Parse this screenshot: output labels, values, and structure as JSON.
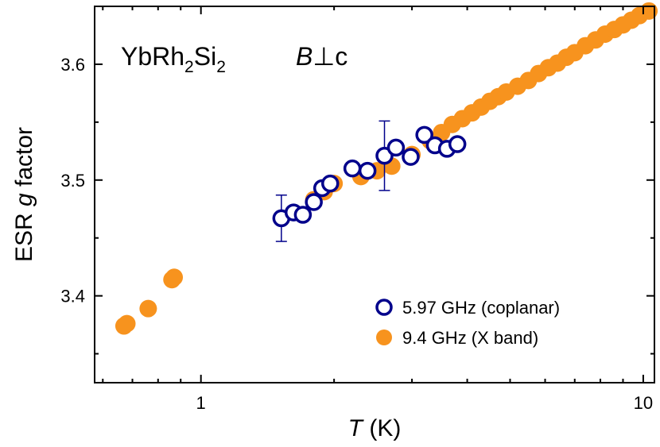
{
  "chart_data": {
    "type": "scatter",
    "xlabel_var": "T",
    "xlabel_unit": " (K)",
    "ylabel_pre": "ESR ",
    "ylabel_var": "g",
    "ylabel_post": " factor",
    "x_scale": "log",
    "xlim": [
      0.575,
      10.6
    ],
    "ylim": [
      3.325,
      3.65
    ],
    "x_ticks": [
      1,
      10
    ],
    "x_tick_labels": [
      "1",
      "10"
    ],
    "y_ticks": [
      3.4,
      3.5,
      3.6
    ],
    "y_tick_labels": [
      "3.4",
      "3.5",
      "3.6"
    ],
    "grid": false,
    "legend_position": "bottom-right",
    "annotation": {
      "compound": "YbRh",
      "sub1": "2",
      "mid": "Si",
      "sub2": "2",
      "field_var": "B",
      "field_rest": "⊥c"
    },
    "colors": {
      "x_band": "#f7931e",
      "coplanar": "#00008b",
      "axis": "#000000"
    },
    "series": [
      {
        "name": "5.97 GHz (coplanar)",
        "marker": "open-circle",
        "x": [
          1.52,
          1.62,
          1.7,
          1.8,
          1.88,
          1.96,
          2.2,
          2.38,
          2.6,
          2.76,
          2.98,
          3.2,
          3.38,
          3.6,
          3.8
        ],
        "y": [
          3.467,
          3.472,
          3.47,
          3.481,
          3.493,
          3.497,
          3.51,
          3.508,
          3.521,
          3.528,
          3.52,
          3.539,
          3.53,
          3.527,
          3.531
        ],
        "error_bars": [
          {
            "x": 1.52,
            "y": 3.467,
            "err": 0.02
          },
          {
            "x": 2.6,
            "y": 3.521,
            "err": 0.03
          }
        ]
      },
      {
        "name": "9.4 GHz (X band)",
        "marker": "filled-circle",
        "x": [
          0.67,
          0.68,
          0.76,
          0.86,
          0.87,
          1.8,
          1.9,
          2.0,
          2.3,
          2.5,
          2.7,
          3.0,
          3.3,
          3.5,
          3.7,
          3.9,
          4.1,
          4.3,
          4.5,
          4.7,
          4.9,
          5.2,
          5.5,
          5.8,
          6.1,
          6.4,
          6.7,
          7.0,
          7.4,
          7.8,
          8.2,
          8.6,
          9.0,
          9.4,
          9.8,
          10.3
        ],
        "y": [
          3.374,
          3.376,
          3.389,
          3.414,
          3.416,
          3.483,
          3.49,
          3.497,
          3.503,
          3.508,
          3.512,
          3.522,
          3.534,
          3.541,
          3.548,
          3.553,
          3.558,
          3.563,
          3.568,
          3.572,
          3.576,
          3.581,
          3.586,
          3.592,
          3.597,
          3.601,
          3.606,
          3.61,
          3.616,
          3.621,
          3.626,
          3.63,
          3.634,
          3.638,
          3.642,
          3.646
        ]
      }
    ]
  }
}
